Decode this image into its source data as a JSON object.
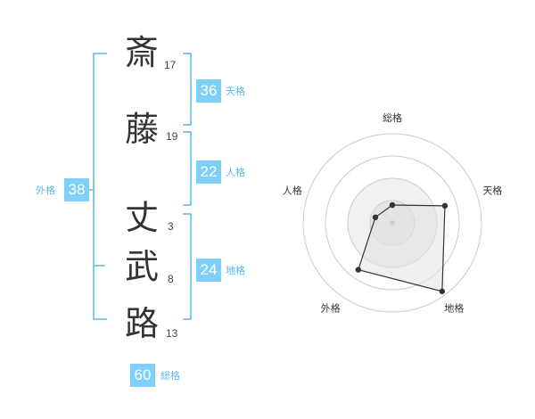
{
  "name_chars": [
    {
      "char": "斎",
      "strokes": "17"
    },
    {
      "char": "藤",
      "strokes": "19"
    },
    {
      "char": "丈",
      "strokes": "3"
    },
    {
      "char": "武",
      "strokes": "8"
    },
    {
      "char": "路",
      "strokes": "13"
    }
  ],
  "kakusu": {
    "tenkaku": {
      "value": "36",
      "label": "天格"
    },
    "jinkaku": {
      "value": "22",
      "label": "人格"
    },
    "chikaku": {
      "value": "24",
      "label": "地格"
    },
    "gaikaku": {
      "value": "38",
      "label": "外格"
    },
    "soukaku": {
      "value": "60",
      "label": "総格"
    }
  },
  "colors": {
    "accent": "#7fd0f8",
    "bracket": "#5cb8ea",
    "text": "#333333",
    "radar_fill": "#eeeeee"
  },
  "chart_data": {
    "type": "radar",
    "axes": [
      "総格",
      "天格",
      "地格",
      "外格",
      "人格"
    ],
    "values": [
      0.2,
      0.62,
      0.95,
      0.65,
      0.2
    ],
    "range": [
      0,
      1
    ],
    "rings": 4
  }
}
